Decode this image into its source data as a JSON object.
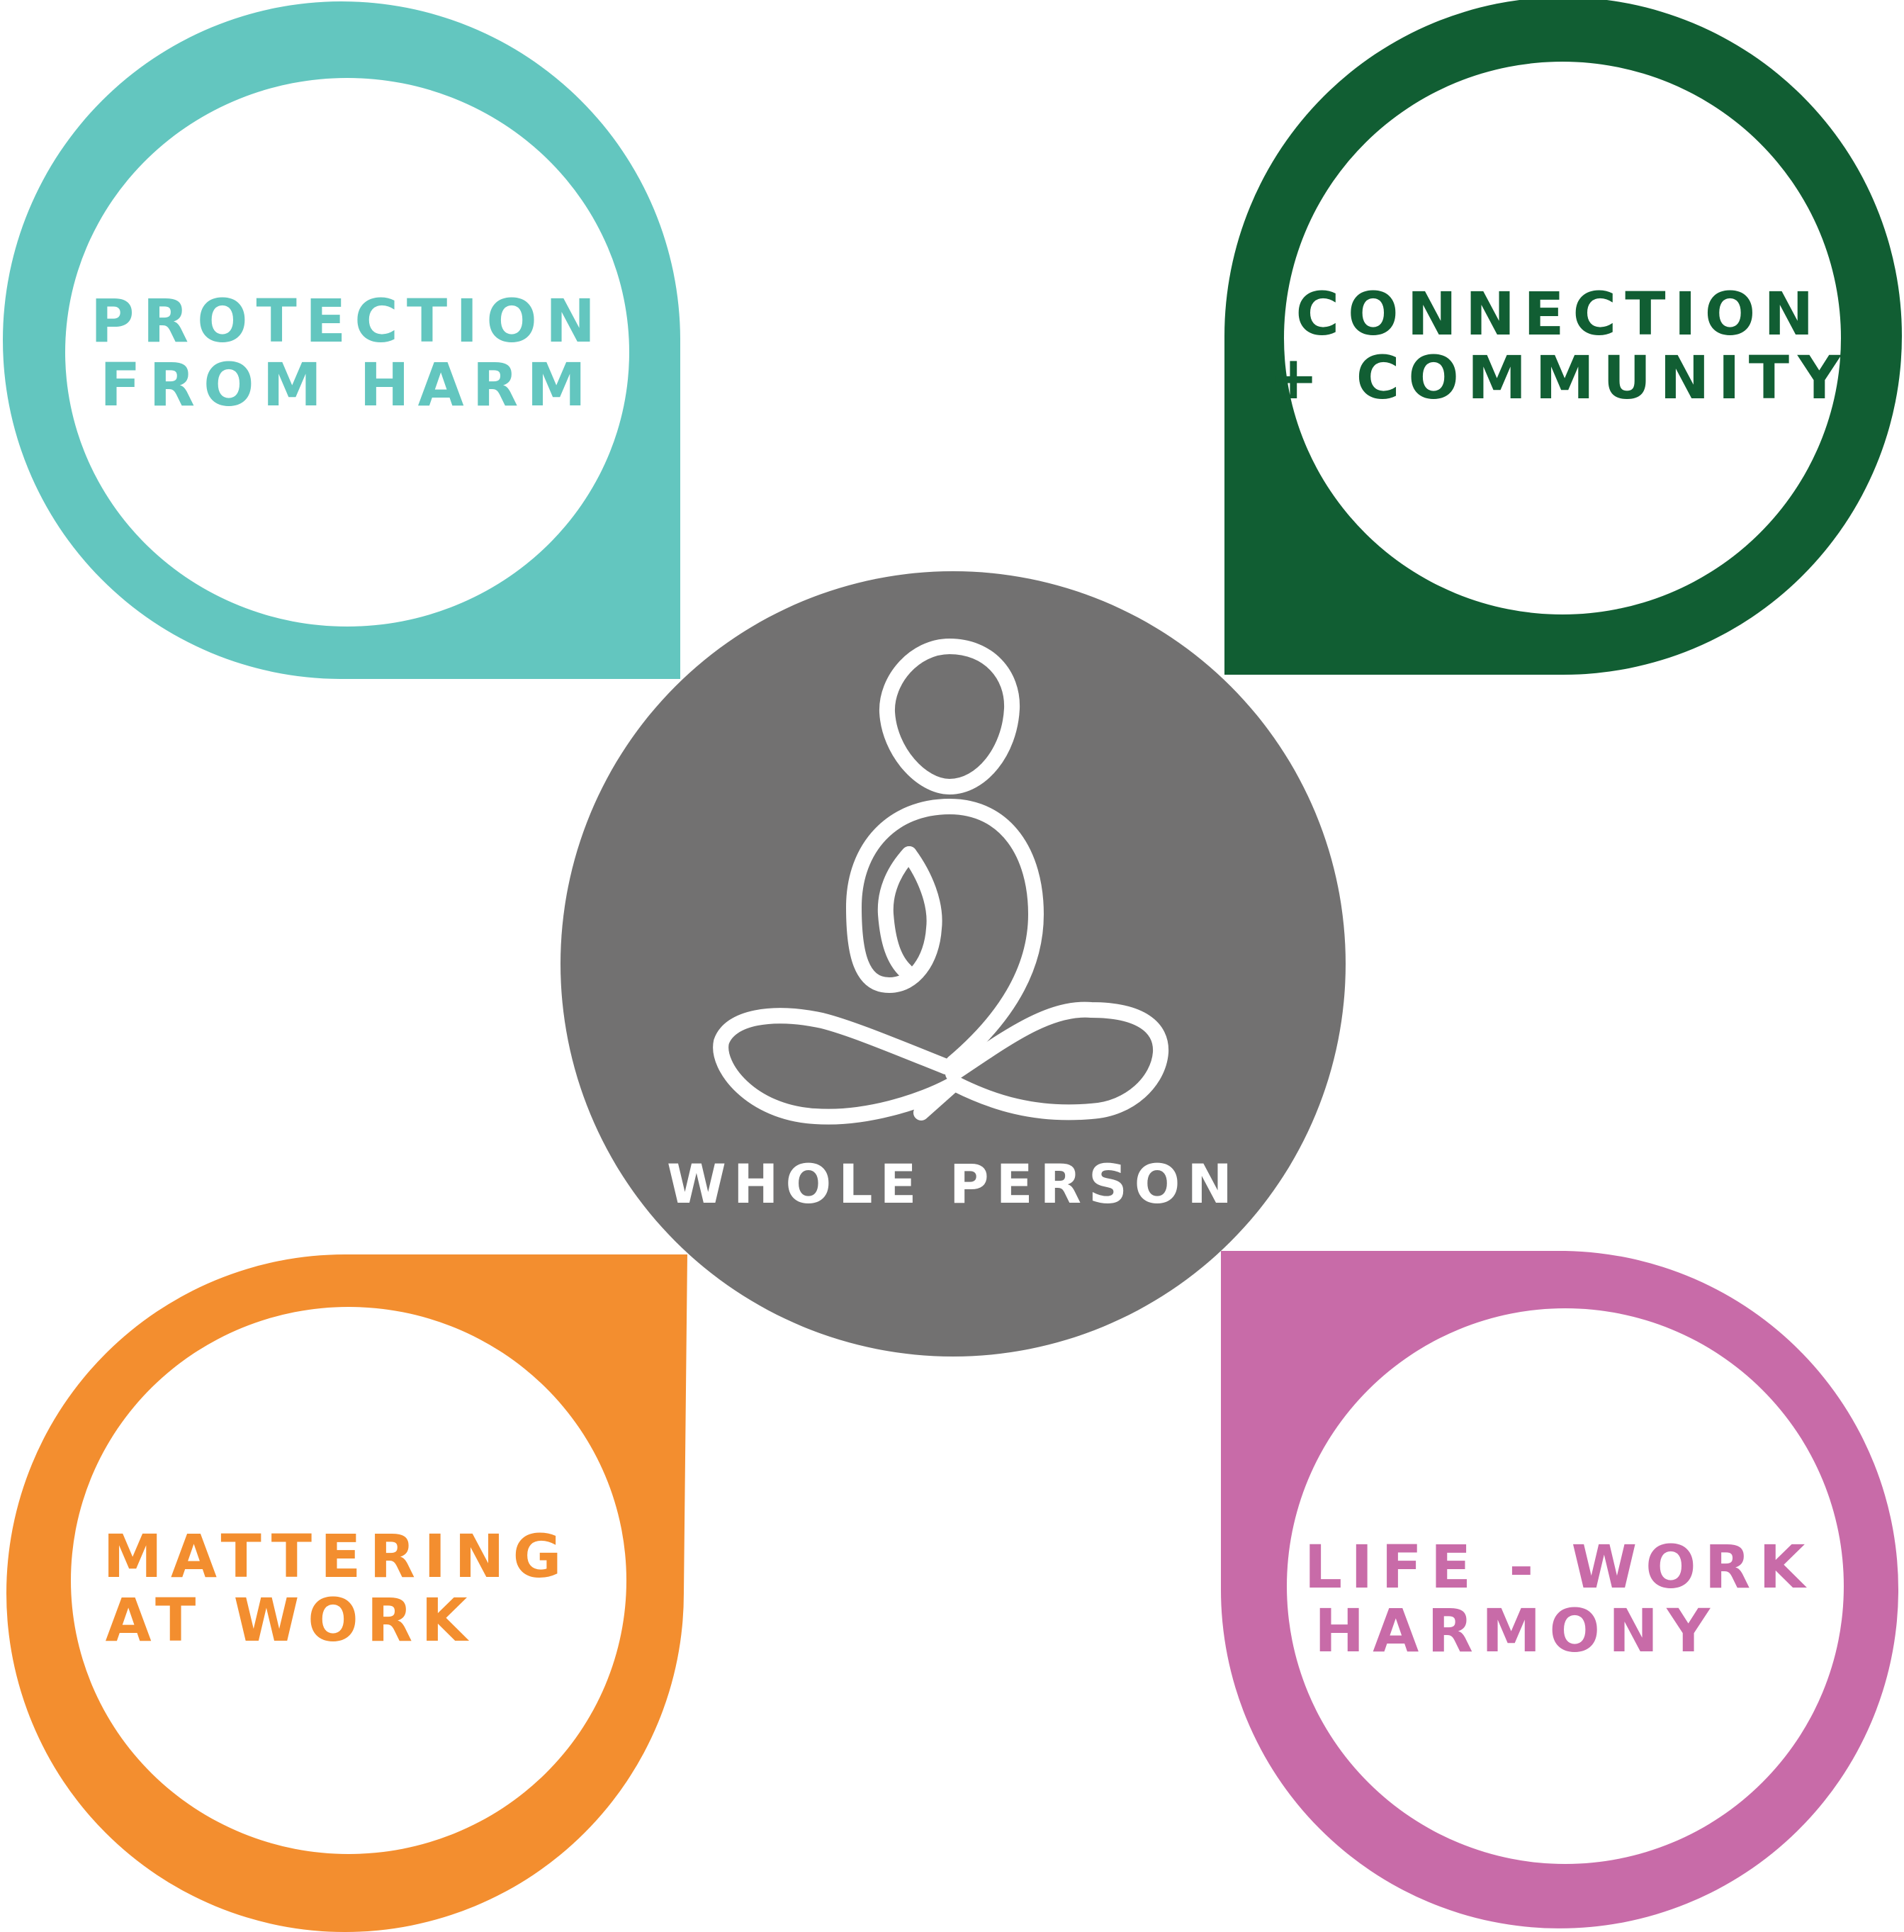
{
  "colors": {
    "teal": "#63C6BF",
    "dark_green": "#115E33",
    "orange": "#F38E2F",
    "pink": "#C86BA8",
    "gray": "#727171",
    "white": "#FFFFFF"
  },
  "center": {
    "label": "WHOLE PERSON",
    "icon": "meditating-person-icon"
  },
  "pillars": {
    "protection": {
      "line1": "PROTECTION",
      "line2": "FROM HARM"
    },
    "connection": {
      "line1": "CONNECTION",
      "line2": "+ COMMUNITY"
    },
    "mattering": {
      "line1": "MATTERING",
      "line2": "AT WORK"
    },
    "harmony": {
      "line1": "LIFE - WORK",
      "line2": "HARMONY"
    }
  }
}
